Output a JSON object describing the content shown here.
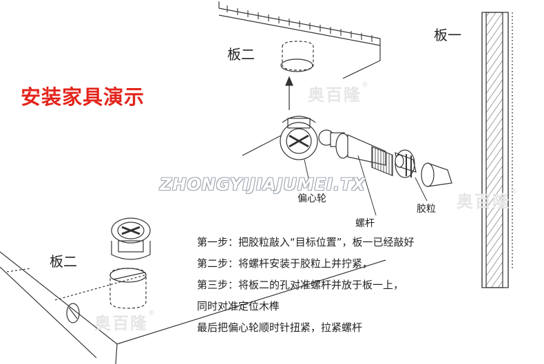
{
  "title": "安装家具演示",
  "labels": {
    "board2_top": "板二",
    "board2_bottom": "板二",
    "board1": "板一"
  },
  "parts": {
    "cam": "偏心轮",
    "bolt": "螺杆",
    "dowel": "胶粒"
  },
  "watermark": {
    "english": "ZHONGYIJIAJUMEI.TX",
    "brand": "奥百隆",
    "registered": "®"
  },
  "steps": [
    "第一步：把胶粒敲入“目标位置”，板一已经敲好",
    "第二步：将螺杆安装于胶粒上并拧紧，",
    "第三步：将板二的孔对准螺杆并放于板一上，",
    "同时对准定位木榫",
    "最后把偏心轮顺时针扭紧，拉紧螺杆"
  ],
  "colors": {
    "title": "#e3241b",
    "line": "#333333"
  }
}
